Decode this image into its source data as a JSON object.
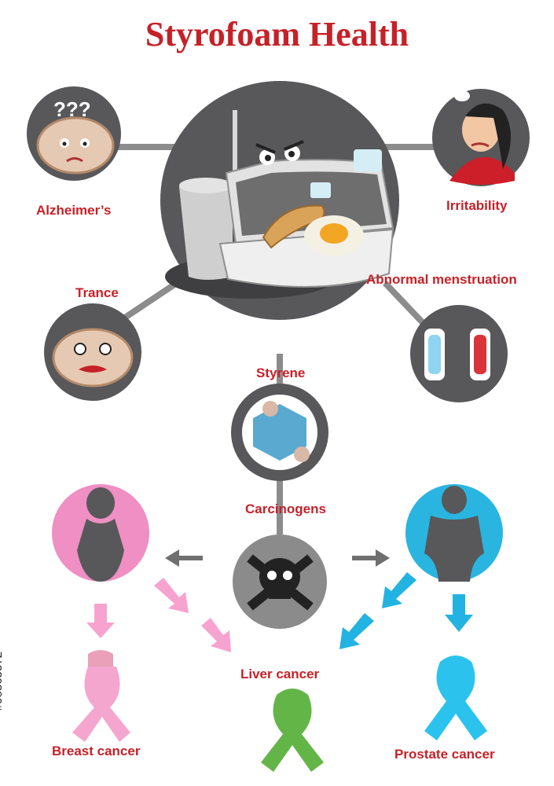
{
  "title": "Styrofoam Health",
  "labels": {
    "alzheimers": "Alzheimer’s",
    "irritability": "Irritability",
    "trance": "Trance",
    "abnormal_menstruation": "Abnormal menstruation",
    "styrene": "Styrene",
    "carcinogens": "Carcinogens",
    "liver_cancer": "Liver cancer",
    "breast_cancer": "Breast cancer",
    "prostate_cancer": "Prostate cancer"
  },
  "alzheimers_icon_text": "???",
  "stock_id": "#98365572",
  "colors": {
    "title": "#c62128",
    "circle_dark": "#58585a",
    "female_circle": "#ef8fc4",
    "male_circle": "#29b5e0",
    "pink_arrow": "#f7a3d0",
    "blue_arrow": "#22b3e2",
    "gray_arrow": "#6f6f6f",
    "breast_ribbon": "#f4a6cf",
    "liver_ribbon": "#64b548",
    "prostate_ribbon": "#2bc3ee"
  }
}
